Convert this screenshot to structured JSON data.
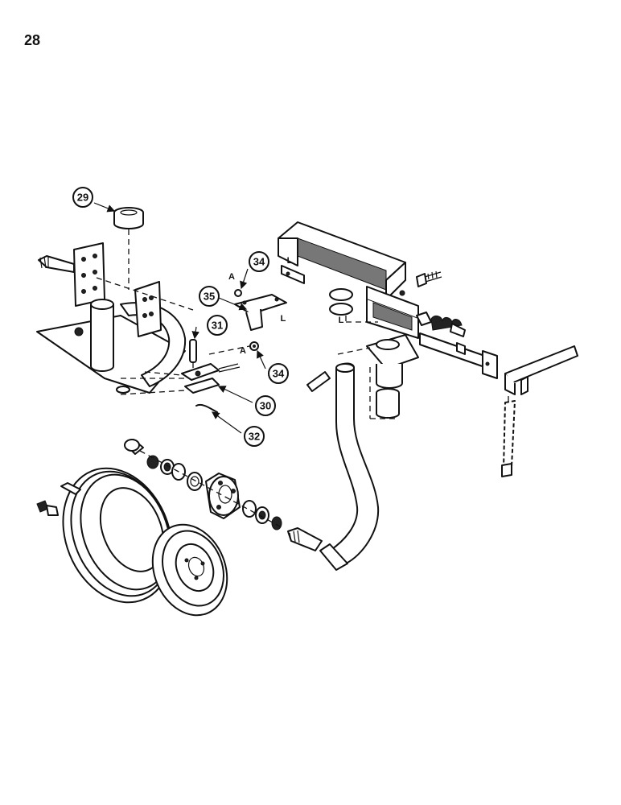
{
  "page_number": "28",
  "callouts": {
    "c29": "29",
    "c30": "30",
    "c31": "31",
    "c32": "32",
    "c34a": "34",
    "c34b": "34",
    "c35": "35"
  },
  "letters": {
    "a1": "A",
    "a2": "A",
    "l1": "L",
    "l2": "L",
    "l3": "L"
  }
}
